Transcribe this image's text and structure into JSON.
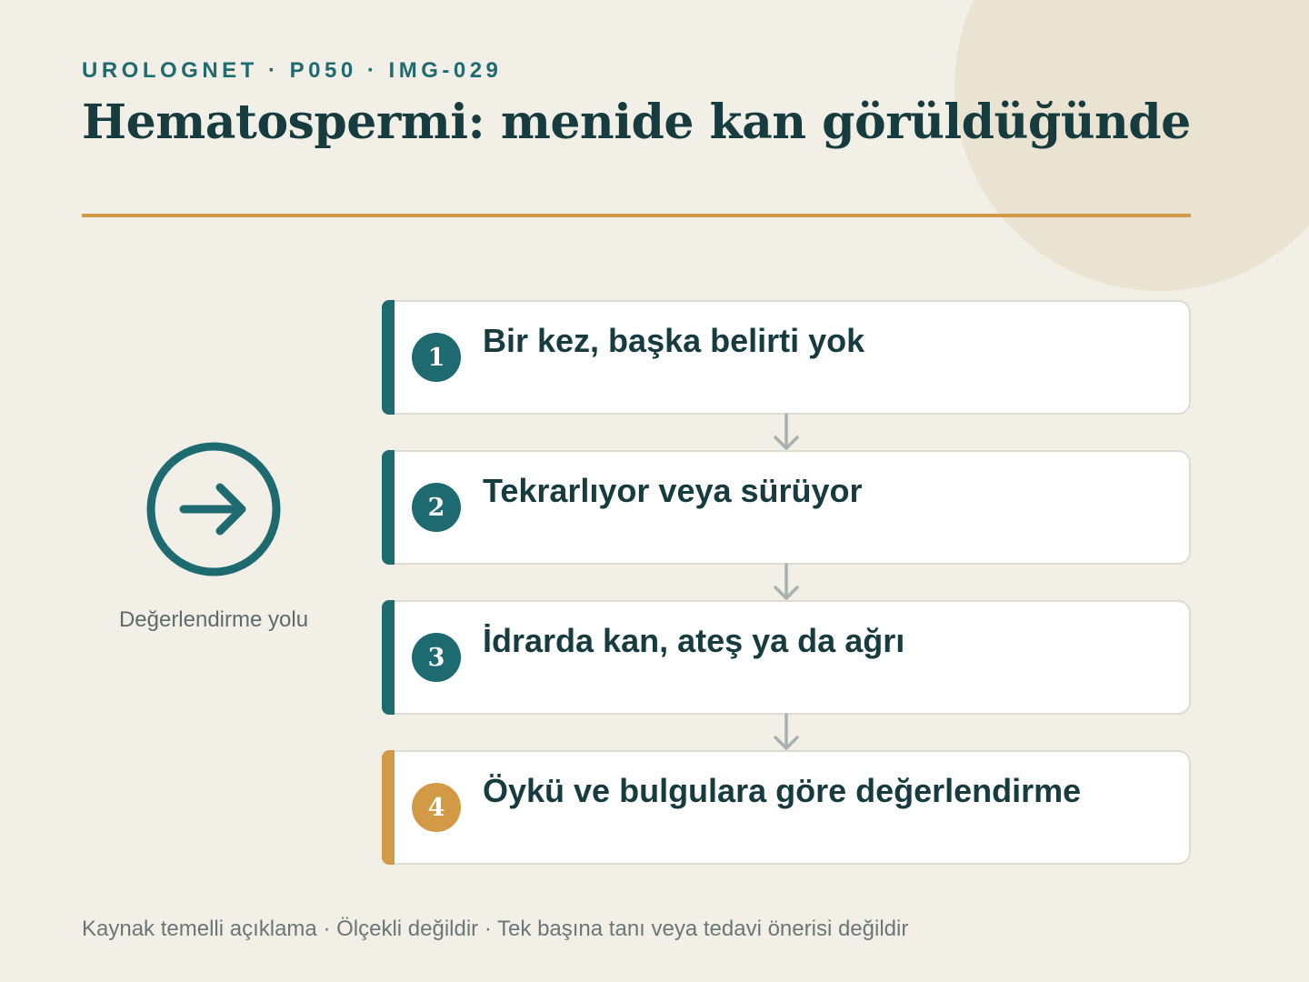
{
  "header": {
    "kicker": "UROLOGNET · P050 · IMG-029",
    "title": "Hematospermi: menide kan görüldüğünde"
  },
  "sidebar": {
    "icon": "arrow-right-circle-icon",
    "label": "Değerlendirme yolu"
  },
  "steps": [
    {
      "number": "1",
      "text": "Bir kez, başka belirti yok"
    },
    {
      "number": "2",
      "text": "Tekrarlıyor veya sürüyor"
    },
    {
      "number": "3",
      "text": "İdrarda kan, ateş ya da ağrı"
    },
    {
      "number": "4",
      "text": "Öykü ve bulgulara göre değerlendirme"
    }
  ],
  "footer": {
    "note": "Kaynak temelli açıklama · Ölçekli değildir · Tek başına tanı veya tedavi önerisi değildir"
  },
  "colors": {
    "background": "#f2efe7",
    "teal": "#1d6b70",
    "accent": "#d29a45",
    "title": "#173c40"
  }
}
